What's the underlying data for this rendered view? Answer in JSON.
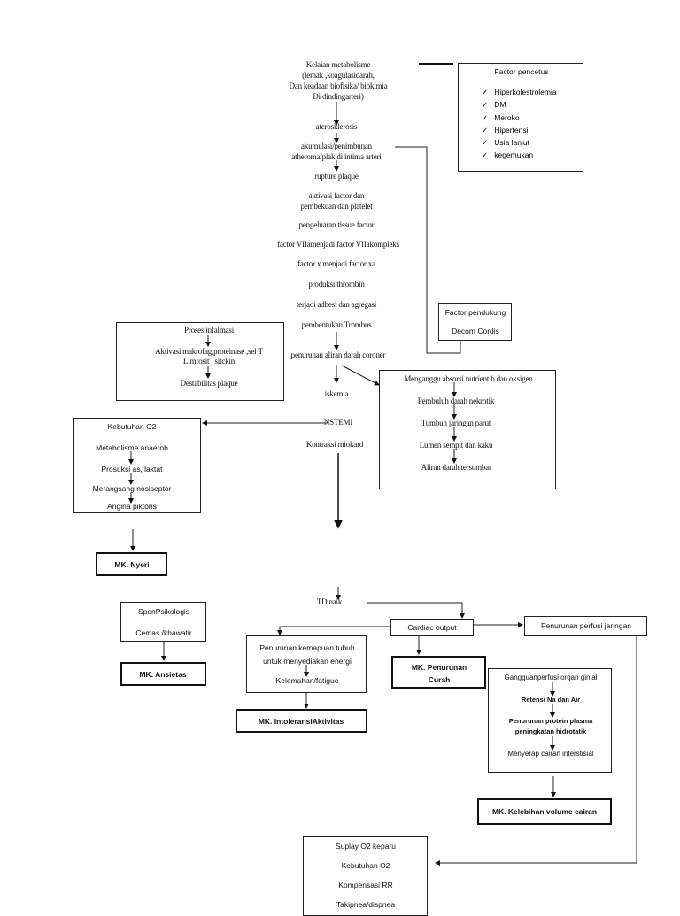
{
  "main_chain": {
    "kelainan": [
      "Kelaian metabolisme",
      "(lemak ,koagulasidarah,",
      "Dan keadaan biofisika/ biokimia",
      "Di dindingarteri)"
    ],
    "aterosklerosis": "aterosklerosis",
    "akumulasi": [
      "akumulasi/penimbunan",
      "atheroma/plak di intima arteri"
    ],
    "rupture": "rupture plaque",
    "aktivasi": [
      "aktivasi factor dan",
      "pembekuan dan platelet"
    ],
    "pengeluaran": "pengeluaran tissue factor",
    "factor_vii": "factor VIIamenjadi factor VIIakompleks",
    "factor_x": "factor x menjadi factor xa",
    "produksi": "produksi thrombin",
    "adhesi": "terjadi adhesi dan agregasi",
    "trombus": "pembentukan Trombus",
    "penurunan_aliran": "penurunan aliran darah coroner",
    "iskemia": "iskemia",
    "nstemi": "NSTEMI",
    "kontraksi": "Kontraksi miokard",
    "td_naik": "TD naik"
  },
  "factor_pencetus": {
    "title": "Factor pencetus",
    "check_icon": "check-icon",
    "items": [
      "Hiperkolestrolemia",
      "DM",
      "Meroko",
      "Hipertensi",
      "Usia lanjut",
      "kegemukan"
    ]
  },
  "factor_pendukung": {
    "title": "Factor pendukung",
    "item": "Decom Cordis"
  },
  "inflamasi": [
    "Proses infalmasi",
    "Aktivasi makrofag,proteinase ,sel T",
    "Limfosit , sitckin",
    "Destabilitas plaque"
  ],
  "menganggu": [
    "Menganggu absorsi nutrient b dan oksigen",
    "Pembuluh darah nekrotik",
    "Tumbuh jaringan parut",
    "Lumen sempit dan kaku",
    "Aliran darah tersumbat"
  ],
  "kebutuhan": [
    "Kebutuhan O2",
    "Metabolisme anaerob",
    "Prosuksi as, laktat",
    "Merangsang nosiseptor",
    "Angina piktoris"
  ],
  "mk_nyeri": "MK. Nyeri",
  "psikologis": [
    "SponPsikologis",
    "Cemas /khawatir"
  ],
  "mk_ansietas": "MK. Ansietas",
  "cardiac_output": "Cardiac output",
  "penurunan_perfusi": "Penurunan perfusi jaringan",
  "energi": [
    "Penurunan kemapuan tubuh",
    "untuk menyediakan energi",
    "Kelemahan/fatigue"
  ],
  "mk_intoleransi": "MK. IntoleransiAktivitas",
  "mk_curah": [
    "MK. Penurunan",
    "Curah"
  ],
  "ginjal": [
    "Gangguanperfusi organ ginjal",
    "Retensi Na dan Air",
    "Penurunan protein plasma",
    "peningkatan hidrotatik",
    "Menyerap cairan interstisial"
  ],
  "mk_kelebihan": "MK. Kelebihan volume cairan",
  "paru": [
    "Suplay O2 keparu",
    "Kebutuhan O2",
    "Kompensasi RR",
    "Takipnea/dispnea"
  ]
}
